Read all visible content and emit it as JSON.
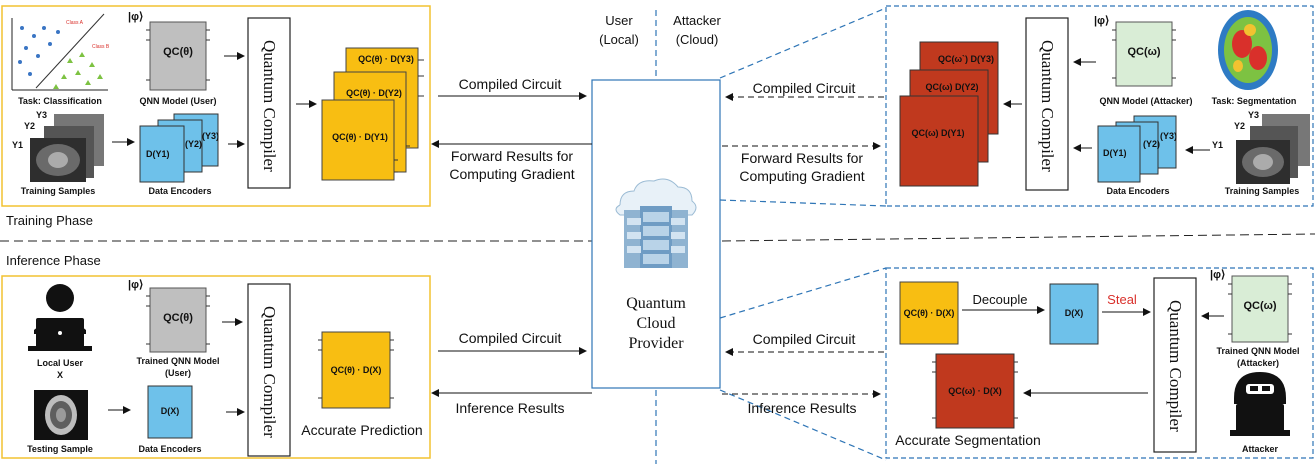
{
  "header": {
    "user": "User",
    "user_loc": "(Local)",
    "attacker": "Attacker",
    "attacker_loc": "(Cloud)"
  },
  "phases": {
    "training": "Training Phase",
    "inference": "Inference Phase"
  },
  "cloud": {
    "line1": "Quantum",
    "line2": "Cloud",
    "line3": "Provider"
  },
  "arrows": {
    "compiled": "Compiled Circuit",
    "forward1": "Forward Results for",
    "forward2": "Computing Gradient",
    "inference": "Inference Results",
    "decouple": "Decouple",
    "steal": "Steal"
  },
  "compiler": "Quantum Compiler",
  "user_train": {
    "task": "Task: Classification",
    "class_a": "Class A",
    "class_b": "Class B",
    "phi": "|φ⟩",
    "qnn_box": "QC(θ)",
    "qnn_label": "QNN Model (User)",
    "y1": "Y1",
    "y2": "Y2",
    "y3": "Y3",
    "samples": "Training Samples",
    "enc": [
      "D(Y1)",
      "(Y2)",
      "(Y3)"
    ],
    "enc_label": "Data Encoders",
    "stack": [
      "QC(θ) · D(Y3)",
      "QC(θ) · D(Y2)",
      "QC(θ) · D(Y1)"
    ]
  },
  "attacker_train": {
    "task": "Task: Segmentation",
    "phi": "|φ⟩",
    "qnn_box": "QC(ω)",
    "qnn_label": "QNN Model (Attacker)",
    "y1": "Y1",
    "y2": "Y2",
    "y3": "Y3",
    "samples": "Training Samples",
    "enc": [
      "D(Y1)",
      "(Y2)",
      "(Y3)"
    ],
    "enc_label": "Data Encoders",
    "stack": [
      "QC(ω`) D(Y3)",
      "QC(ω) D(Y2)",
      "QC(ω) D(Y1)"
    ]
  },
  "user_infer": {
    "local_user": "Local User",
    "x": "X",
    "phi": "|φ⟩",
    "qnn_box": "QC(θ)",
    "qnn_label1": "Trained QNN Model",
    "qnn_label2": "(User)",
    "testing": "Testing Sample",
    "enc": "D(X)",
    "enc_label": "Data Encoders",
    "result": "QC(θ) · D(X)",
    "result_label": "Accurate Prediction"
  },
  "attacker_infer": {
    "circuit": "QC(θ) · D(X)",
    "dx": "D(X)",
    "phi": "|φ⟩",
    "qnn_box": "QC(ω)",
    "qnn_label1": "Trained QNN Model",
    "qnn_label2": "(Attacker)",
    "attacker": "Attacker",
    "result": "QC(ω) · D(X)",
    "result_label": "Accurate Segmentation"
  },
  "colors": {
    "yellow": "#F8BE12",
    "gray": "#BFBFBF",
    "blue": "#6EC1EA",
    "red": "#C0391E",
    "green": "#D9EDD6",
    "dashblue": "#2E75B6",
    "gold": "#F2C230"
  }
}
